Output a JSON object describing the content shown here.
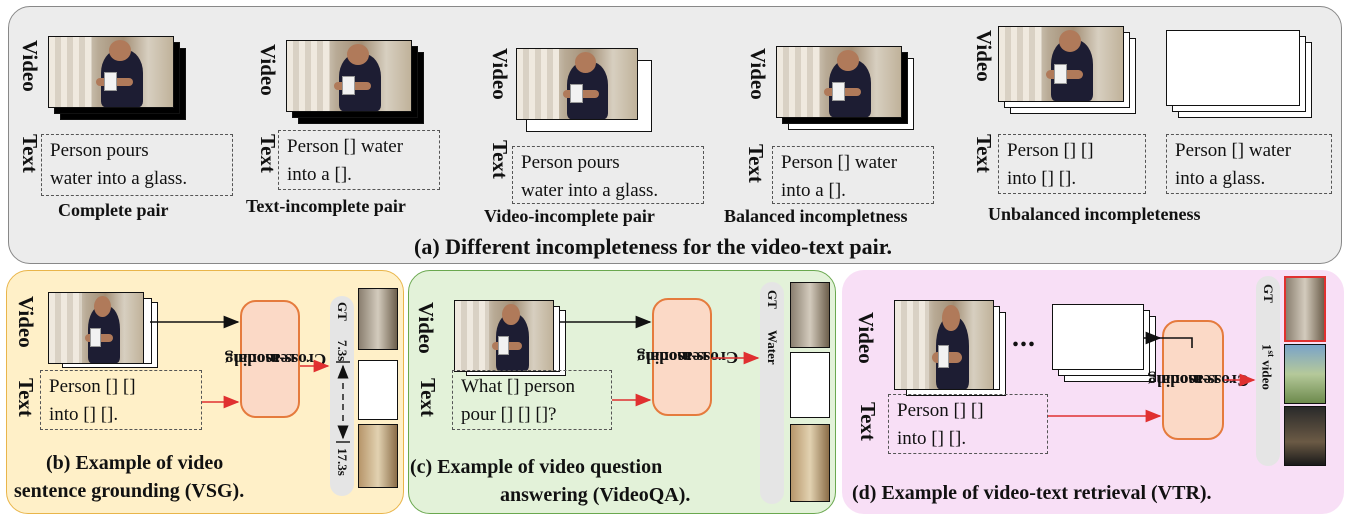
{
  "labels": {
    "video": "Video",
    "text": "Text",
    "gt": "GT",
    "reasoning_line1": "Cross-modal",
    "reasoning_line2": "reasoning"
  },
  "panel_a": {
    "title": "(a) Different incompleteness for the video-text pair.",
    "pairs": [
      {
        "caption": "Complete pair",
        "text_line1": "Person pours",
        "text_line2": "water into a glass."
      },
      {
        "caption": "Text-incomplete pair",
        "text_line1": "Person [] water",
        "text_line2": "into a []."
      },
      {
        "caption": "Video-incomplete pair",
        "text_line1": "Person pours",
        "text_line2": "water into a glass."
      },
      {
        "caption": "Balanced incompletness",
        "text_line1": "Person [] water",
        "text_line2": "into a []."
      },
      {
        "caption": "Unbalanced incompleteness",
        "text_line1": "Person [] []",
        "text_line2": "into [] [].",
        "text2_line1": "Person [] water",
        "text2_line2": "into a glass."
      }
    ]
  },
  "panel_b": {
    "caption_line1": "(b) Example of video",
    "caption_line2": "sentence grounding (VSG).",
    "text_line1": "Person [] []",
    "text_line2": "into [] [].",
    "start_time": "7.3s",
    "end_time": "17.3s"
  },
  "panel_c": {
    "caption_line1": "(c) Example of video question",
    "caption_line2": "answering (VideoQA).",
    "text_line1": "What [] person",
    "text_line2": "pour [] [] []?",
    "answer": "Water"
  },
  "panel_d": {
    "caption": "(d) Example of video-text retrieval (VTR).",
    "text_line1": "Person [] []",
    "text_line2": "into [] [].",
    "ellipsis": "...",
    "rank_prefix": "1",
    "rank_sup": "st",
    "rank_suffix": " video"
  },
  "colors": {
    "panel_a_bg": "#ececec",
    "panel_b_bg": "#fff0c8",
    "panel_b_border": "#e9b54a",
    "panel_c_bg": "#e3f2d9",
    "panel_c_border": "#6aa84f",
    "panel_d_bg": "#f8dff6",
    "reasoning_fill": "#fbd9c6",
    "reasoning_border": "#e57b3d",
    "arrow_red": "#e03030",
    "arrow_black": "#111111"
  }
}
